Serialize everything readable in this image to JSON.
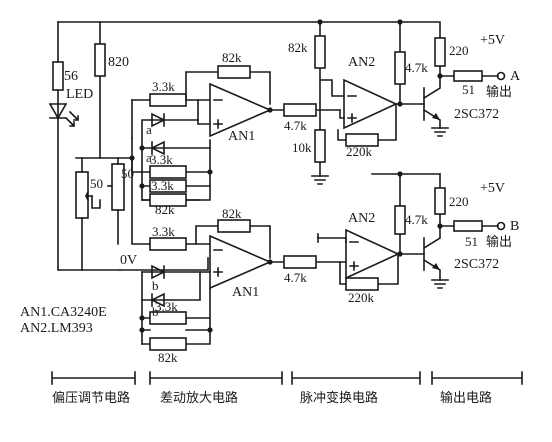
{
  "labels": {
    "r_56": "56",
    "led": "LED",
    "r_820": "820",
    "pot_50_a": "50",
    "pot_50_b": "50",
    "zero_v": "0V",
    "r33_top1": "3.3k",
    "r33_top2": "3.3k",
    "r33_top3": "3.3k",
    "r82_top1": "82k",
    "r82_top2": "82k",
    "diode_a1": "a",
    "diode_a2": "a",
    "opamp_an1_top": "AN1",
    "r47_top": "4.7k",
    "r82_an2": "82k",
    "r10": "10k",
    "opamp_an2_top": "AN2",
    "r220_top": "220k",
    "r47_pull_top": "4.7k",
    "r220_out_top": "220",
    "vcc_top": "+5V",
    "r51_top": "51",
    "out_a": "A",
    "output_top": "输出",
    "transistor_top": "2SC372",
    "r33_bot1": "3.3k",
    "r33_bot2": "3.3k",
    "r82_bot1": "82k",
    "r82_bot2": "82k",
    "diode_b1": "b",
    "diode_b2": "b",
    "opamp_an1_bot": "AN1",
    "r47_bot": "4.7k",
    "opamp_an2_bot": "AN2",
    "r220_bot": "220k",
    "r47_pull_bot": "4.7k",
    "r220_out_bot": "220",
    "vcc_bot": "+5V",
    "r51_bot": "51",
    "out_b": "B",
    "output_bot": "输出",
    "transistor_bot": "2SC372",
    "part_an1": "AN1.CA3240E",
    "part_an2": "AN2.LM393"
  },
  "sections": [
    "偏压调节电路",
    "差动放大电路",
    "脉冲变换电路",
    "输出电路"
  ]
}
